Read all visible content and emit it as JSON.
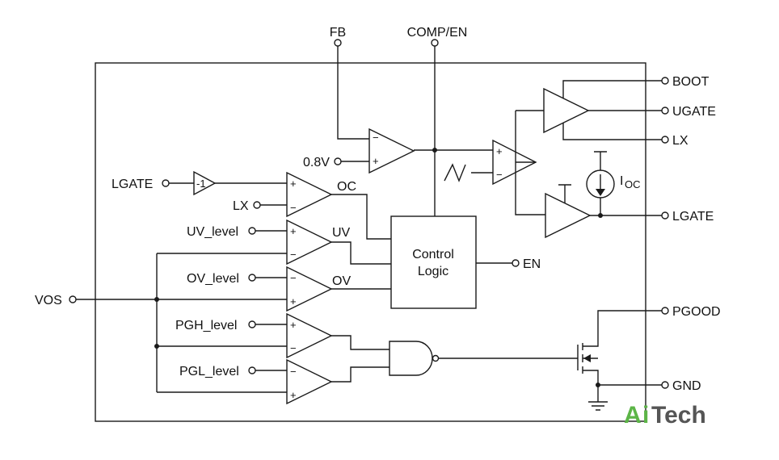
{
  "pins": {
    "fb": "FB",
    "comp_en": "COMP/EN",
    "boot": "BOOT",
    "ugate": "UGATE",
    "lx_out": "LX",
    "lgate_out": "LGATE",
    "pgood": "PGOOD",
    "gnd": "GND",
    "en": "EN",
    "lgate_in": "LGATE",
    "lx_in": "LX",
    "uv_level": "UV_level",
    "ov_level": "OV_level",
    "vos": "VOS",
    "pgh_level": "PGH_level",
    "pgl_level": "PGL_level",
    "vref": "0.8V"
  },
  "signals": {
    "oc": "OC",
    "uv": "UV",
    "ov": "OV"
  },
  "blocks": {
    "control_logic_line1": "Control",
    "control_logic_line2": "Logic",
    "inverter_gain": "-1",
    "ioc_main": "I",
    "ioc_sub": "OC"
  },
  "logo": {
    "letter_a": "A",
    "letter_i": "i",
    "rest": "Tech",
    "green": "#5cb547",
    "gray": "#555555"
  }
}
